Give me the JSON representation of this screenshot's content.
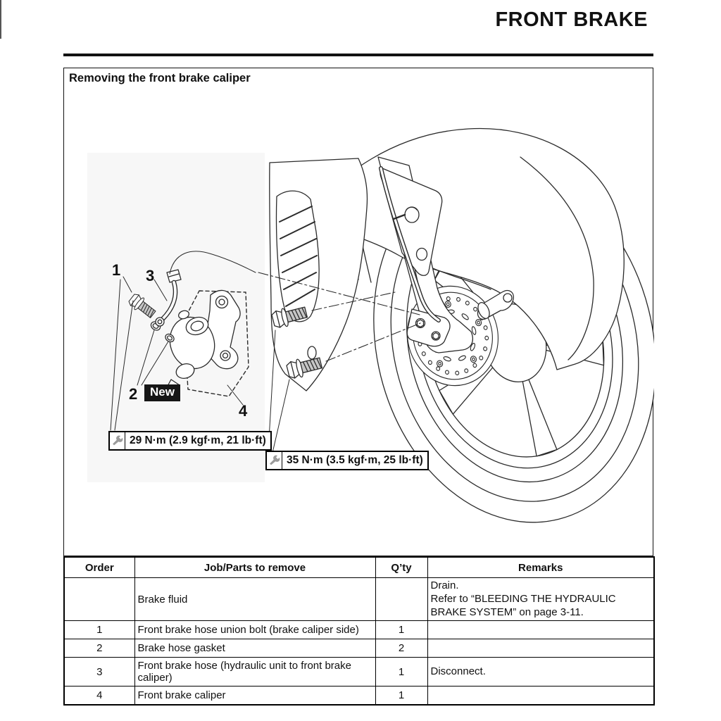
{
  "page": {
    "title": "FRONT BRAKE"
  },
  "section": {
    "title": "Removing the front brake caliper"
  },
  "diagram": {
    "callouts": {
      "c1": "1",
      "c2": "2",
      "c3": "3",
      "c4": "4"
    },
    "new_badge": "New",
    "torque_labels": [
      {
        "icon": "wrench-icon",
        "text": "29 N·m (2.9 kgf·m, 21 lb·ft)"
      },
      {
        "icon": "wrench-icon",
        "text": "35 N·m (3.5 kgf·m, 25 lb·ft)"
      }
    ]
  },
  "table": {
    "headers": [
      "Order",
      "Job/Parts to remove",
      "Q’ty",
      "Remarks"
    ],
    "rows": [
      {
        "order": "",
        "job": "Brake fluid",
        "qty": "",
        "remarks": "Drain.\nRefer to “BLEEDING THE HYDRAULIC BRAKE SYSTEM” on page 3-11."
      },
      {
        "order": "1",
        "job": "Front brake hose union bolt (brake caliper side)",
        "qty": "1",
        "remarks": ""
      },
      {
        "order": "2",
        "job": "Brake hose gasket",
        "qty": "2",
        "remarks": ""
      },
      {
        "order": "3",
        "job": "Front brake hose (hydraulic unit to front brake caliper)",
        "qty": "1",
        "remarks": "Disconnect."
      },
      {
        "order": "4",
        "job": "Front brake caliper",
        "qty": "1",
        "remarks": ""
      }
    ]
  }
}
